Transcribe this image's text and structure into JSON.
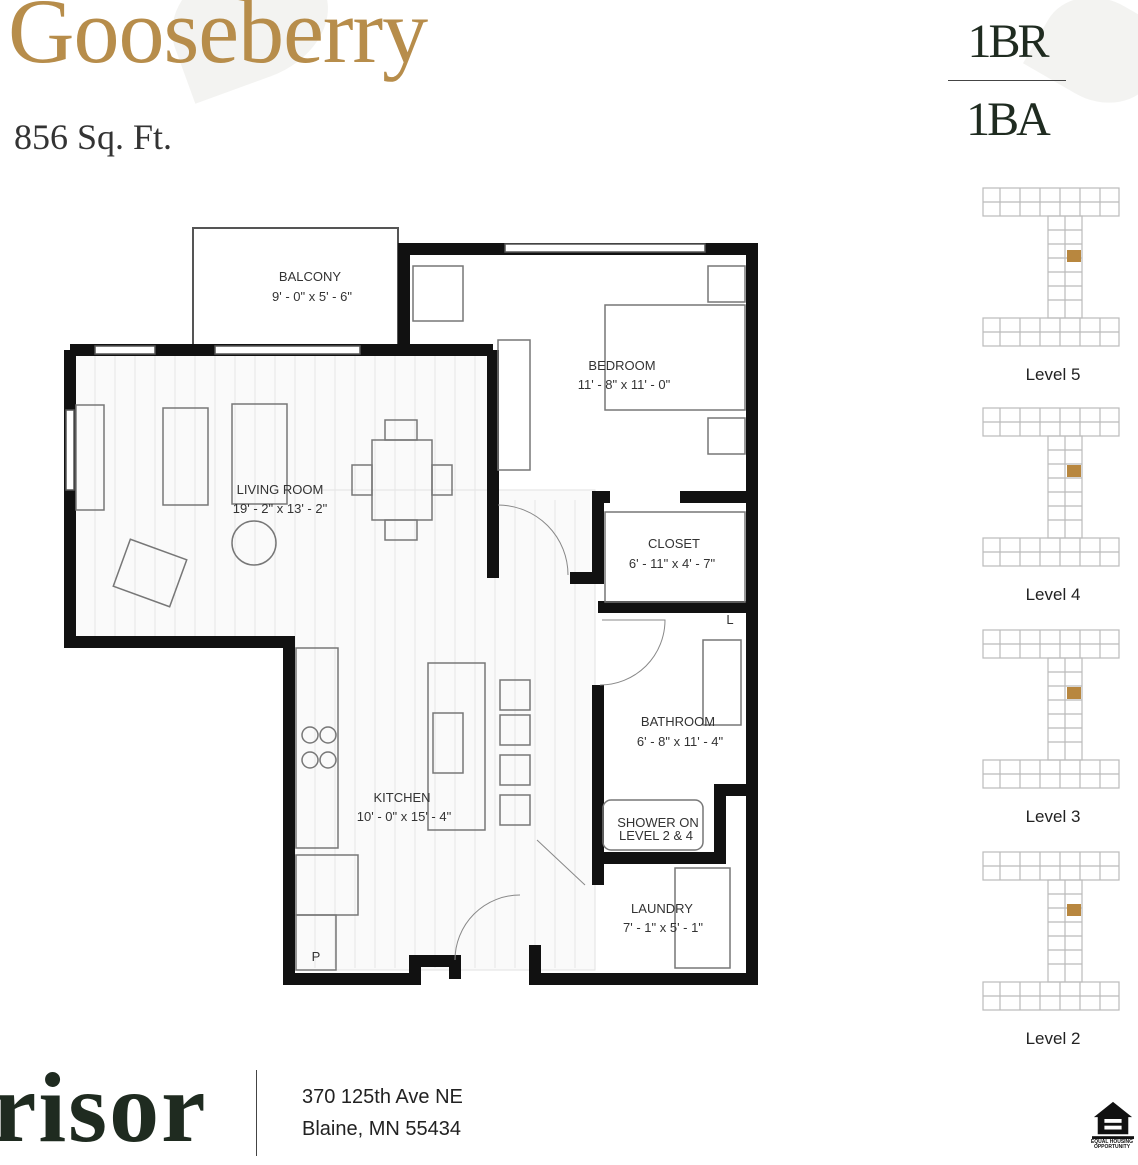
{
  "header": {
    "title": "Gooseberry",
    "area": "856 Sq. Ft.",
    "bedrooms": "1BR",
    "bathrooms": "1BA"
  },
  "rooms": {
    "balcony": {
      "name": "BALCONY",
      "dims": "9' - 0\" x 5' - 6\""
    },
    "bedroom": {
      "name": "BEDROOM",
      "dims": "11' - 8\" x 11' - 0\""
    },
    "living": {
      "name": "LIVING ROOM",
      "dims": "19' - 2\" x 13' - 2\""
    },
    "closet": {
      "name": "CLOSET",
      "dims": "6' - 11\" x 4' - 7\""
    },
    "bathroom": {
      "name": "BATHROOM",
      "dims": "6' - 8\" x 11' - 4\""
    },
    "shower_note": [
      "SHOWER ON",
      "LEVEL 2 & 4"
    ],
    "kitchen": {
      "name": "KITCHEN",
      "dims": "10' - 0\" x 15' - 4\""
    },
    "laundry": {
      "name": "LAUNDRY",
      "dims": "7' - 1\" x 5' - 1\""
    },
    "pantry_mark": "P",
    "linen_mark": "L"
  },
  "levels": [
    "Level 5",
    "Level 4",
    "Level 3",
    "Level 2"
  ],
  "footer": {
    "logo": "risor",
    "address_line1": "370 125th Ave NE",
    "address_line2": "Blaine, MN 55434",
    "badge": "EQUAL HOUSING OPPORTUNITY"
  },
  "colors": {
    "accent": "#b78d4b",
    "dark": "#1f2b20",
    "highlight_unit": "#b8873f"
  }
}
